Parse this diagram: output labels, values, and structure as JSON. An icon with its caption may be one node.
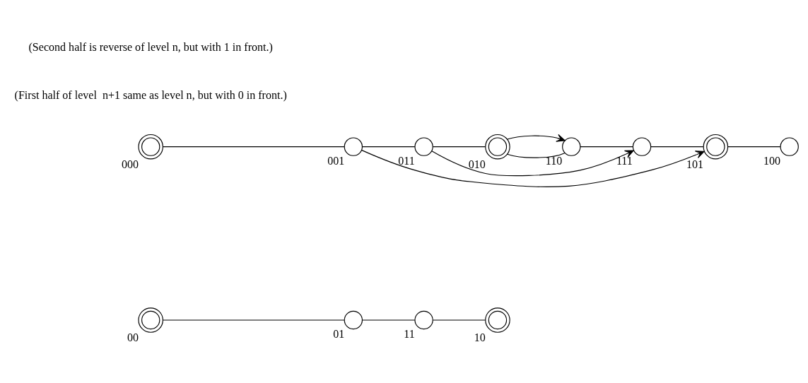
{
  "diagram": {
    "nodes": [
      {
        "text": [],
        "shape": "doublecircle",
        "beside": [
          "00"
        ]
      },
      {
        "text": [],
        "shape": "circle",
        "beside": [
          "01"
        ]
      },
      {
        "text": [],
        "shape": "circle",
        "beside": [
          "11"
        ]
      },
      {
        "text": [],
        "shape": "doublecircle",
        "beside": [
          "10"
        ]
      },
      {
        "text": [],
        "shape": "doublecircle",
        "beside": [
          "000"
        ]
      },
      {
        "text": [],
        "shape": "circle",
        "beside": [
          "001"
        ]
      },
      {
        "text": [],
        "shape": "circle",
        "beside": [
          "011"
        ]
      },
      {
        "text": [],
        "shape": "doublecircle",
        "beside": [
          "010"
        ]
      },
      {
        "text": [],
        "shape": "circle",
        "beside": [
          "110"
        ]
      },
      {
        "text": [],
        "shape": "circle",
        "beside": [
          "111"
        ]
      },
      {
        "text": [],
        "shape": "doublecircle",
        "beside": [
          "101"
        ]
      },
      {
        "text": [],
        "shape": "circle",
        "beside": [
          "100"
        ]
      }
    ],
    "edges": [
      {
        "from": 0,
        "to": 1,
        "arrow": "none"
      },
      {
        "from": 1,
        "to": 2,
        "arrow": "none"
      },
      {
        "from": 2,
        "to": 3,
        "arrow": "none"
      },
      {
        "from": 4,
        "to": 5,
        "arrow": "none"
      },
      {
        "from": 5,
        "to": 6,
        "arrow": "none"
      },
      {
        "from": 6,
        "to": 7,
        "arrow": "none"
      },
      {
        "from": 7,
        "to": 8,
        "arrow": "none"
      },
      {
        "from": 8,
        "to": 9,
        "arrow": "none"
      },
      {
        "from": 9,
        "to": 10,
        "arrow": "none"
      },
      {
        "from": 10,
        "to": 11,
        "arrow": "none"
      },
      {
        "from": 7,
        "to": 8,
        "arrow": "to"
      },
      {
        "from": 6,
        "to": 9,
        "arrow": "to"
      },
      {
        "from": 5,
        "to": 10,
        "arrow": "to"
      }
    ],
    "labels": [
      "(First half of level  n+1 same as level n, but with 0 in front.)",
      "(Second half is reverse of level n, but with 1 in front.)"
    ]
  }
}
